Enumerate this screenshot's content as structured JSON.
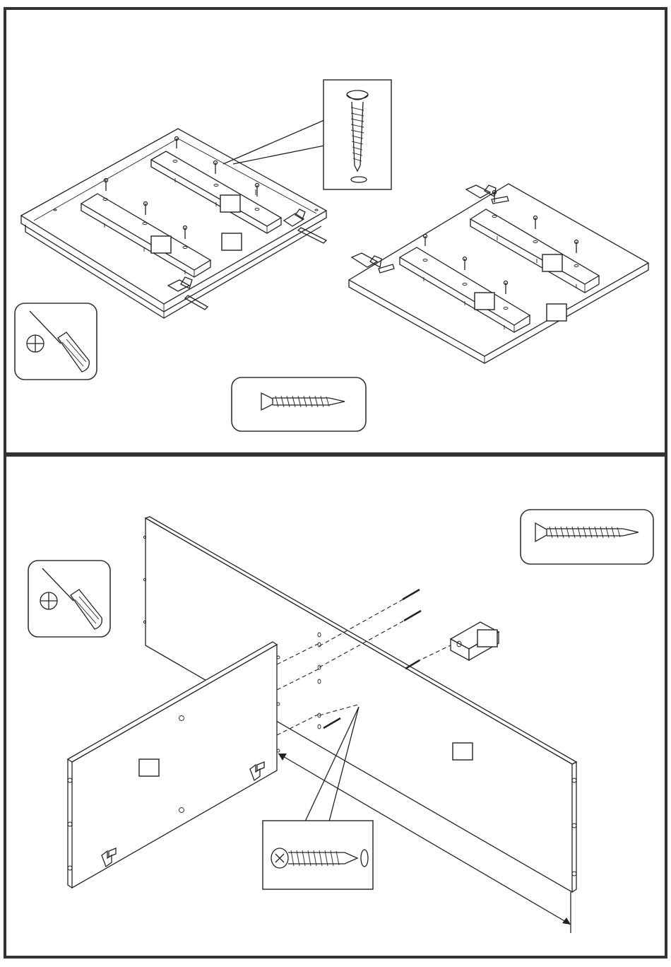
{
  "instruction_sheet": {
    "step_panels": [
      {
        "id": "top",
        "tool": "screwdriver-icon",
        "fastener": "wood-screw-icon",
        "detail": "flat-head-screw-detail",
        "part_label_boxes": 6
      },
      {
        "id": "bottom",
        "tool": "screwdriver-icon",
        "fastener": "wood-screw-icon",
        "detail": "pan-head-screw-detail",
        "part_label_boxes": 3
      }
    ],
    "colors": {
      "line": "#222222",
      "frame": "#333333",
      "background": "#ffffff"
    }
  }
}
